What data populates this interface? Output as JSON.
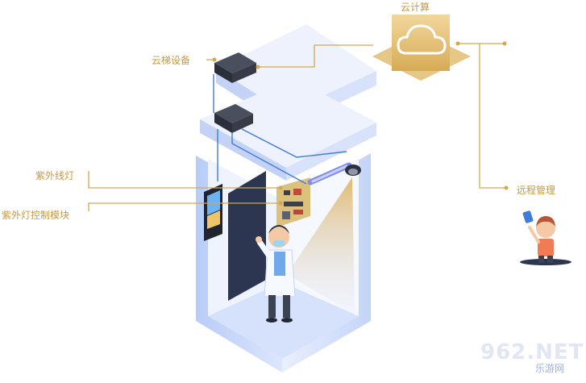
{
  "labels": {
    "cloud_elevator_device": "云梯设备",
    "cloud_computing": "云计算",
    "uv_lamp": "紫外线灯",
    "uv_control_module": "紫外灯控制模块",
    "remote_management": "远程管理"
  },
  "watermark": {
    "text": "962.NET",
    "subtext": "乐游网"
  },
  "colors": {
    "label_text": "#c79a42",
    "leader_line": "#d4a94d",
    "connection_line": "#3f7bd8",
    "floor_top": "#e6ecfb",
    "shaft_blue": "#a9bff3",
    "device_dark": "#2b2f3a",
    "light_beam": "#e3c48a"
  }
}
